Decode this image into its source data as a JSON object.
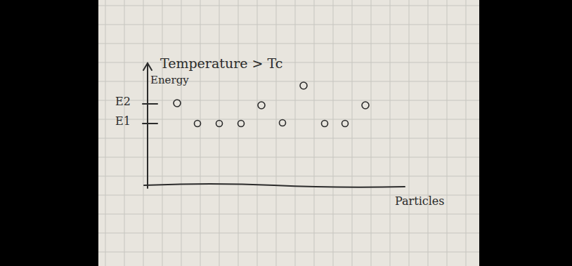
{
  "diagram": {
    "title": "Temperature > Tc",
    "labels": [
      "Energy",
      "E2",
      "E1",
      "Particles"
    ]
  }
}
